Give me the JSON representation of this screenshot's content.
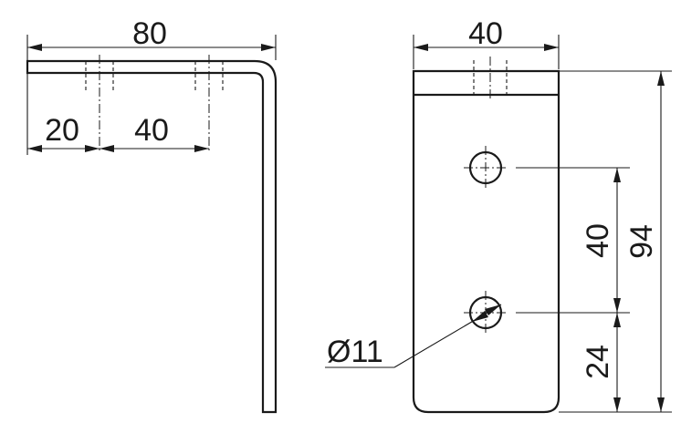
{
  "side_view": {
    "overall_length": "80",
    "first_hole_offset": "20",
    "hole_spacing": "40"
  },
  "front_view": {
    "width": "40",
    "total_height": "94",
    "hole_spacing": "40",
    "bottom_offset": "24",
    "hole_diameter": "Ø11"
  },
  "colors": {
    "line": "#1a1a1a",
    "background": "#ffffff"
  }
}
